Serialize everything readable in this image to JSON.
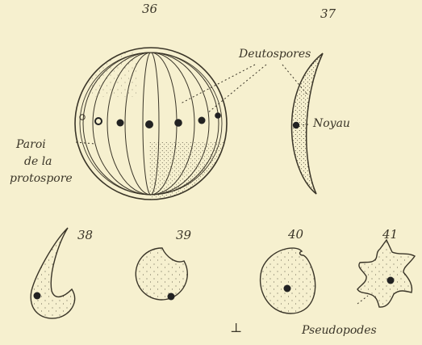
{
  "plate": {
    "background": "#f6f0cf",
    "ink": "#3a3528",
    "figure_numbers": [
      "36",
      "37",
      "38",
      "39",
      "40",
      "41"
    ],
    "labels": {
      "deutospores": "Deutospores",
      "noyau": "Noyau",
      "paroi_line1": "Paroi",
      "paroi_line2": "de la",
      "paroi_line3": "protospore",
      "pseudopodes": "Pseudopodes"
    },
    "plate_mark": "⊥"
  }
}
